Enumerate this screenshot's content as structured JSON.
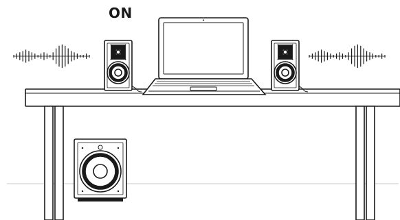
{
  "status": {
    "label": "ON",
    "state": "on"
  },
  "colors": {
    "line": "#1a1a1a",
    "fill": "#ffffff",
    "floor": "#c8c8c8",
    "accent": "#222222"
  },
  "scene": {
    "objects": [
      {
        "name": "laptop",
        "icon": "laptop-icon"
      },
      {
        "name": "left-bookshelf-speaker",
        "icon": "speaker-icon"
      },
      {
        "name": "right-bookshelf-speaker",
        "icon": "speaker-icon"
      },
      {
        "name": "subwoofer",
        "icon": "subwoofer-icon"
      },
      {
        "name": "desk",
        "icon": "desk-icon"
      },
      {
        "name": "left-sound-wave",
        "icon": "sound-wave-icon"
      },
      {
        "name": "right-sound-wave",
        "icon": "sound-wave-icon"
      }
    ]
  }
}
